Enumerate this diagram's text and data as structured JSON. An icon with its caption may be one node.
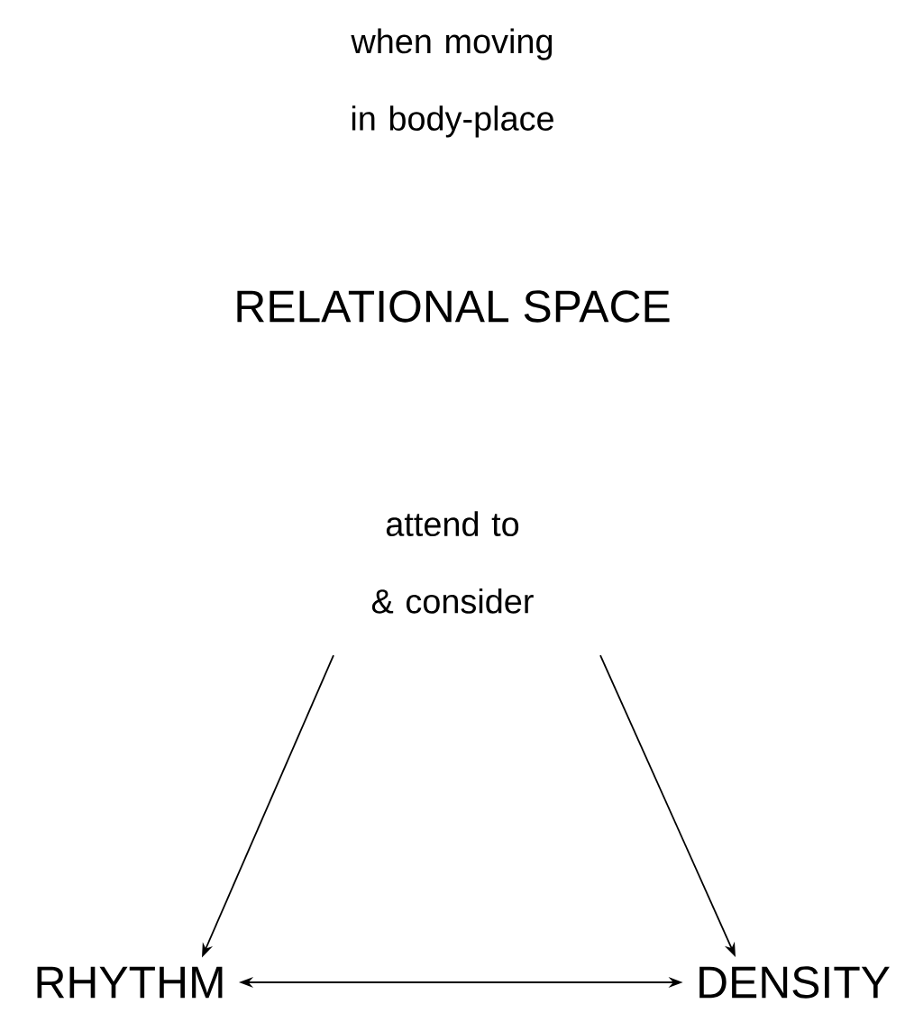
{
  "diagram": {
    "title": "RELATIONAL SPACE",
    "nodes": [
      {
        "text": [
          "attend to & consider"
        ]
      },
      {
        "text": [
          "RHYTHM"
        ]
      },
      {
        "text": [
          "DENSITY"
        ]
      }
    ],
    "edges": [
      {
        "from": 0,
        "to": 1,
        "arrow": "to"
      },
      {
        "from": 0,
        "to": 2,
        "arrow": "to"
      },
      {
        "from": 1,
        "to": 2,
        "arrow": "both"
      }
    ],
    "labels": [
      "when moving in body-place"
    ]
  }
}
